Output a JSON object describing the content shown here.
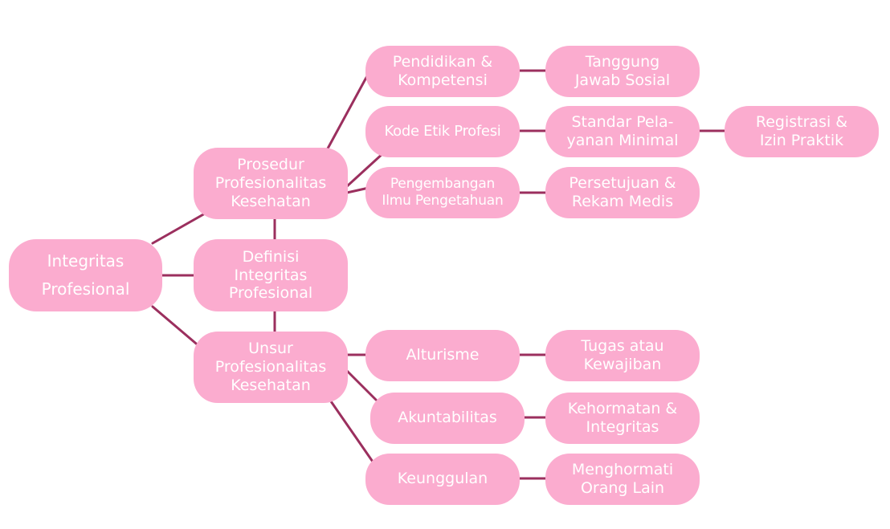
{
  "theme": {
    "node_fill": "#fbaccf",
    "connector": "#9b2f5e",
    "text": "#ffffff"
  },
  "nodes": {
    "root": "Integritas\nProfesional",
    "prosedur": "Prosedur\nProfesionalitas\nKesehatan",
    "definisi": "Definisi\nIntegritas\nProfesional",
    "unsur": "Unsur\nProfesionalitas\nKesehatan",
    "pendidikan": "Pendidikan &\nKompetensi",
    "kode_etik": "Kode Etik Profesi",
    "pengembangan": "Pengembangan\nIlmu Pengetahuan",
    "tanggung_jawab": "Tanggung\nJawab Sosial",
    "standar": "Standar Pela-\nyanan Minimal",
    "registrasi": "Registrasi &\nIzin Praktik",
    "persetujuan": "Persetujuan &\nRekam Medis",
    "alturisme": "Alturisme",
    "akuntabilitas": "Akuntabilitas",
    "keunggulan": "Keunggulan",
    "tugas": "Tugas atau\nKewajiban",
    "kehormatan": "Kehormatan &\nIntegritas",
    "menghormati": "Menghormati\nOrang Lain"
  }
}
